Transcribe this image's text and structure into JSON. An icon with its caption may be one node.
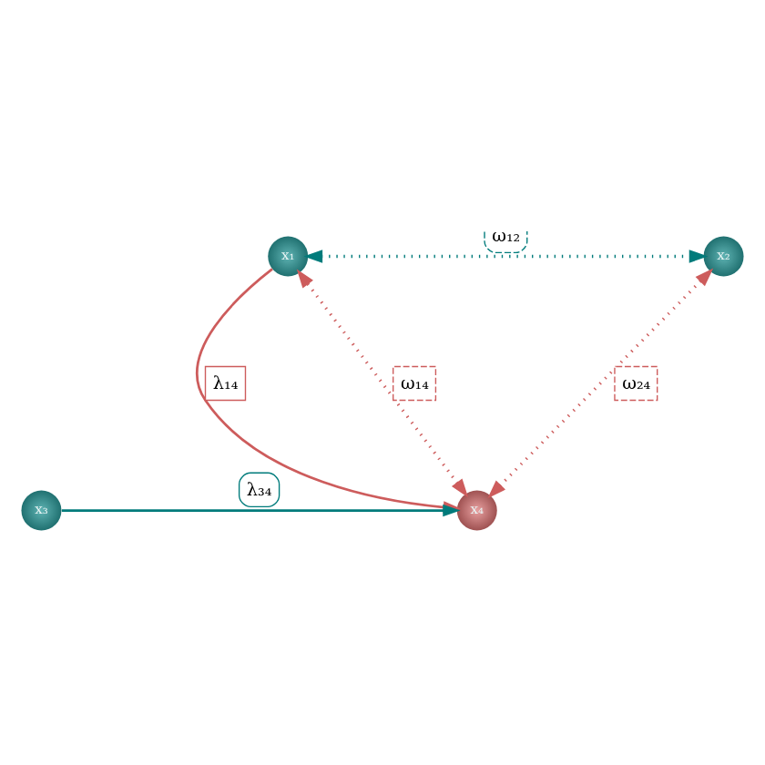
{
  "diagram": {
    "nodes": [
      {
        "text": [
          "x₁"
        ]
      },
      {
        "text": [
          "x₂"
        ]
      },
      {
        "text": [
          "x₃"
        ]
      },
      {
        "text": [
          "x₄"
        ]
      }
    ],
    "edges": [
      {
        "from": 0,
        "to": 1,
        "arrow": "both",
        "label": "ω₁₂",
        "style": "dashed",
        "color": "#007b7b"
      },
      {
        "from": 0,
        "to": 3,
        "arrow": "to",
        "label": "λ₁₄"
      },
      {
        "from": 3,
        "to": 0,
        "arrow": "both",
        "label": "ω₁₄",
        "style": "dashed"
      },
      {
        "from": 3,
        "to": 1,
        "arrow": "both",
        "label": "ω₂₄",
        "style": "dashed"
      },
      {
        "from": 2,
        "to": 3,
        "arrow": "to",
        "label": "λ₃₄",
        "color": "#007b7b"
      }
    ]
  }
}
